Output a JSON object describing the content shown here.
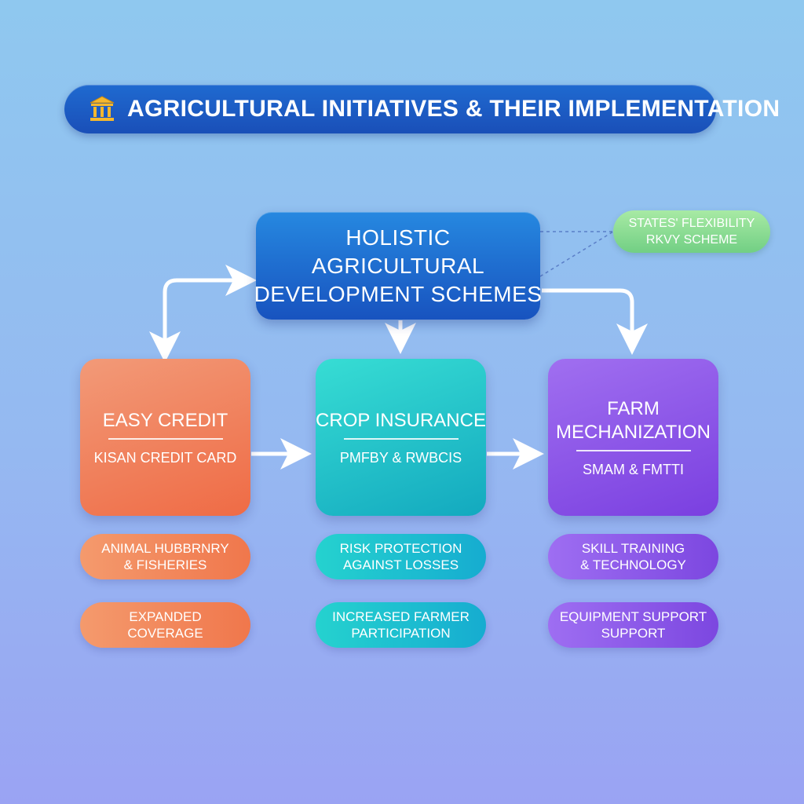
{
  "title": {
    "icon": "bank-building-icon",
    "text": "AGRICULTURAL INITIATIVES & THEIR IMPLEMENTATION"
  },
  "hub": {
    "lines": [
      "HOLISTIC",
      "AGRICULTURAL",
      "DEVELOPMENT SCHEMES"
    ]
  },
  "flexibility": {
    "lines": [
      "STATES' FLEXIBILITY",
      "RKVY SCHEME"
    ]
  },
  "cards": [
    {
      "title": [
        "EASY CREDIT"
      ],
      "subtitle": "KISAN CREDIT CARD",
      "color": "#ef7a55"
    },
    {
      "title": [
        "CROP INSURANCE"
      ],
      "subtitle": "PMFBY & RWBCIS",
      "color": "#1fbfc8"
    },
    {
      "title": [
        "FARM",
        "MECHANIZATION"
      ],
      "subtitle": "SMAM & FMTTI",
      "color": "#8b55e8"
    }
  ],
  "benefits": [
    [
      "ANIMAL HUBBRNRY",
      "& FISHERIES"
    ],
    [
      "EXPANDED",
      "COVERAGE"
    ],
    [
      "RISK PROTECTION",
      "AGAINST LOSSES"
    ],
    [
      "INCREASED FARMER",
      "PARTICIPATION"
    ],
    [
      "SKILL TRAINING",
      "& TECHNOLOGY"
    ],
    [
      "EQUIPMENT SUPPORT",
      "SUPPORT"
    ]
  ],
  "colors": {
    "background_top": "#8fc8ef",
    "background_bottom": "#9aa3f3",
    "title_bar": "#1a56c0",
    "hub": "#1f6fd4",
    "flexibility": "#7fd58c"
  }
}
